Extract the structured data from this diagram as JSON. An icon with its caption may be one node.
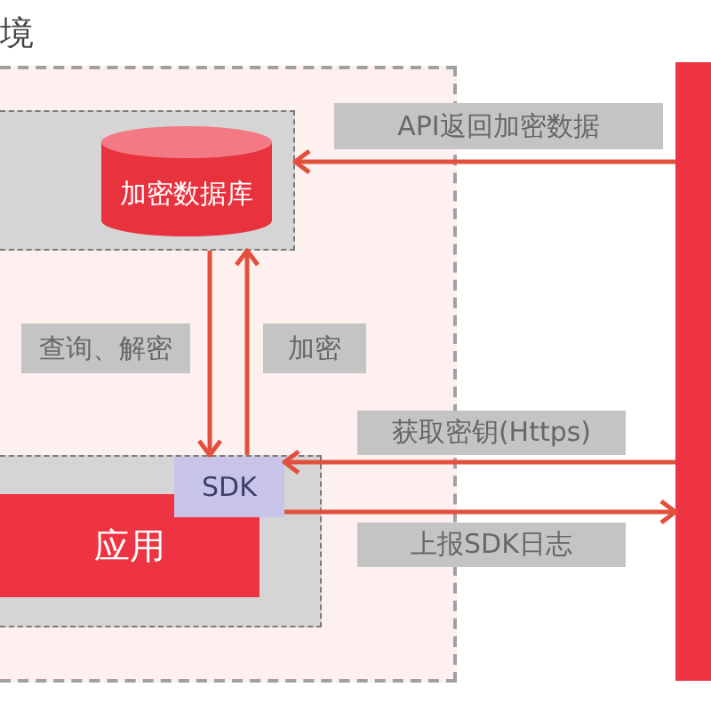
{
  "diagram": {
    "nodes": [
      {
        "text": [
          "境"
        ]
      },
      {
        "text": [],
        "shape": "box",
        "in": 0
      },
      {
        "text": [
          "加密数据库"
        ],
        "in": 1
      },
      {
        "text": [],
        "shape": "box",
        "in": 0
      },
      {
        "text": [
          "应用"
        ],
        "in": 3
      },
      {
        "text": [
          "SDK"
        ],
        "in": 3
      },
      {
        "text": [],
        "shape": "bar"
      }
    ],
    "edges": [
      {
        "from": 6,
        "to": 1,
        "arrow": "to",
        "label": "API返回加密数据"
      },
      {
        "from": 1,
        "to": 5,
        "arrow": "to",
        "label": "查询、解密"
      },
      {
        "from": 5,
        "to": 1,
        "arrow": "to",
        "label": "加密"
      },
      {
        "from": 6,
        "to": 5,
        "arrow": "to",
        "label": "获取密钥(Https)"
      },
      {
        "from": 5,
        "to": 6,
        "arrow": "to",
        "label": "上报SDK日志"
      }
    ]
  }
}
